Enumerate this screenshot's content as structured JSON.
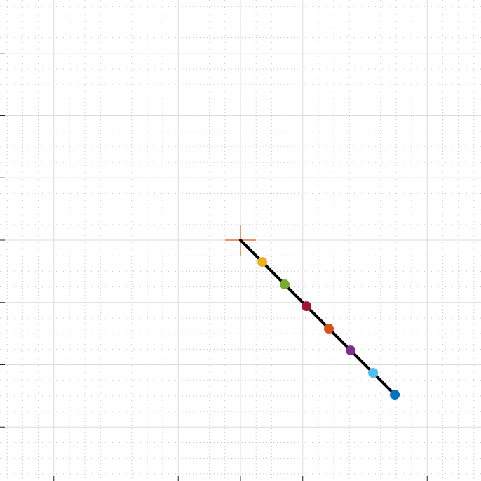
{
  "chart_data": {
    "type": "scatter",
    "title": "",
    "xlabel": "",
    "ylabel": "",
    "xlim": [
      -3.85,
      3.85
    ],
    "ylim": [
      -3.85,
      3.85
    ],
    "grid": true,
    "minor_grid": true,
    "origin_marker": {
      "x": 0,
      "y": 0,
      "color": "#D95319",
      "shape": "plus"
    },
    "line": {
      "color": "#000000",
      "x": [
        0,
        2.48
      ],
      "y": [
        0,
        -2.48
      ]
    },
    "points": [
      {
        "x": 0.35,
        "y": -0.35,
        "color": "#EDB120"
      },
      {
        "x": 0.71,
        "y": -0.71,
        "color": "#77AC30"
      },
      {
        "x": 1.06,
        "y": -1.06,
        "color": "#A2142F"
      },
      {
        "x": 1.42,
        "y": -1.42,
        "color": "#D95319"
      },
      {
        "x": 1.77,
        "y": -1.77,
        "color": "#7E2F8E"
      },
      {
        "x": 2.13,
        "y": -2.13,
        "color": "#4DBEEE"
      },
      {
        "x": 2.48,
        "y": -2.48,
        "color": "#0072BD"
      }
    ],
    "major_ticks": [
      -3,
      -2,
      -1,
      0,
      1,
      2,
      3
    ],
    "minor_step": 0.25
  }
}
